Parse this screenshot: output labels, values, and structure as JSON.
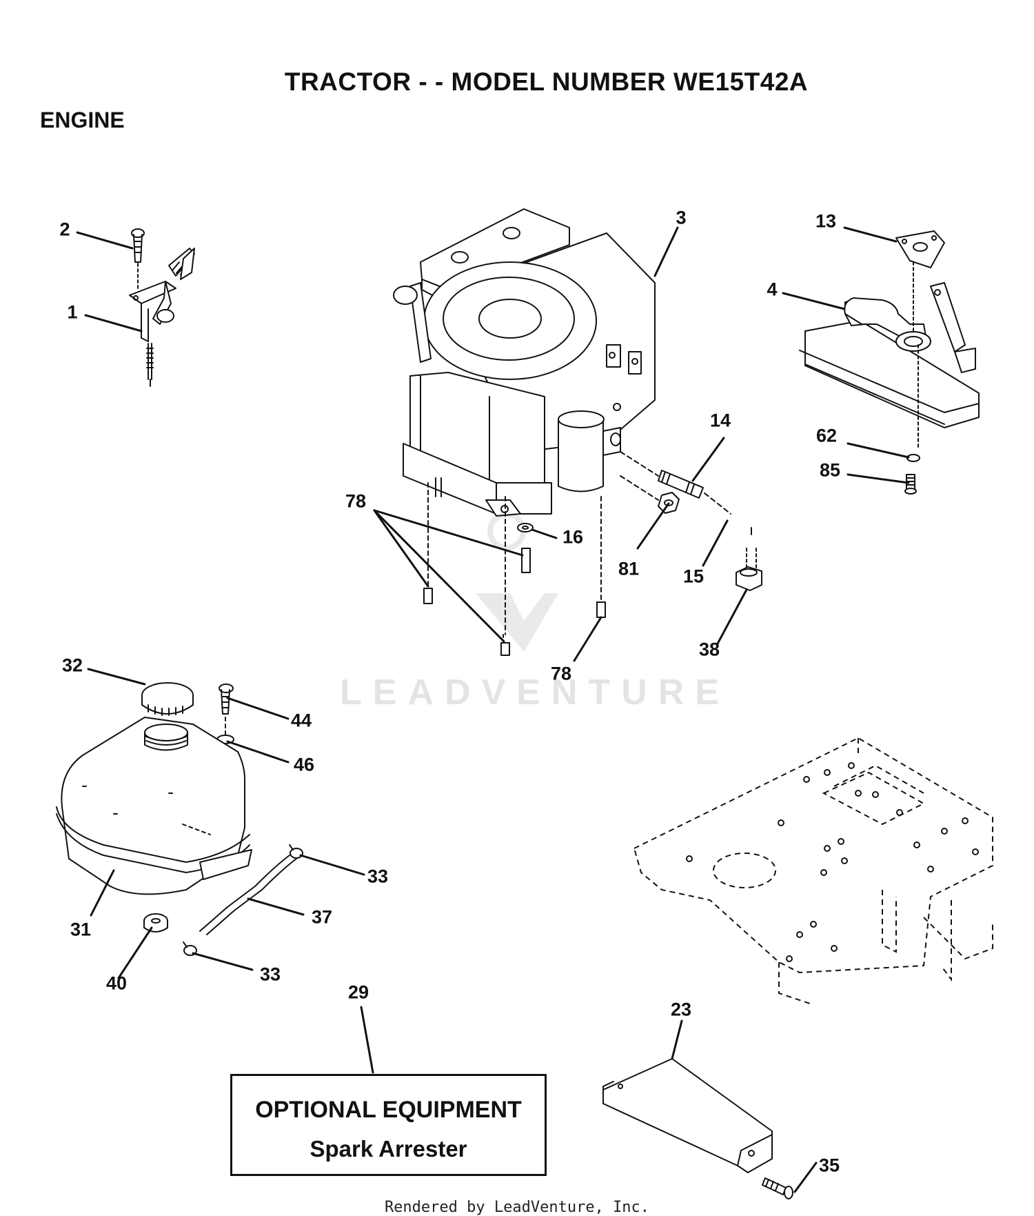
{
  "header": {
    "title": "TRACTOR - - MODEL NUMBER WE15T42A",
    "section": "ENGINE"
  },
  "callouts": [
    {
      "id": "c1",
      "text": "1"
    },
    {
      "id": "c2",
      "text": "2"
    },
    {
      "id": "c3",
      "text": "3"
    },
    {
      "id": "c4",
      "text": "4"
    },
    {
      "id": "c13",
      "text": "13"
    },
    {
      "id": "c14",
      "text": "14"
    },
    {
      "id": "c15",
      "text": "15"
    },
    {
      "id": "c16",
      "text": "16"
    },
    {
      "id": "c62",
      "text": "62"
    },
    {
      "id": "c85",
      "text": "85"
    },
    {
      "id": "c78a",
      "text": "78"
    },
    {
      "id": "c81",
      "text": "81"
    },
    {
      "id": "c38",
      "text": "38"
    },
    {
      "id": "c78b",
      "text": "78"
    },
    {
      "id": "c32",
      "text": "32"
    },
    {
      "id": "c44",
      "text": "44"
    },
    {
      "id": "c46",
      "text": "46"
    },
    {
      "id": "c33a",
      "text": "33"
    },
    {
      "id": "c37",
      "text": "37"
    },
    {
      "id": "c31",
      "text": "31"
    },
    {
      "id": "c40",
      "text": "40"
    },
    {
      "id": "c33b",
      "text": "33"
    },
    {
      "id": "c29",
      "text": "29"
    },
    {
      "id": "c23",
      "text": "23"
    },
    {
      "id": "c35",
      "text": "35"
    }
  ],
  "optional_equipment": {
    "title": "OPTIONAL EQUIPMENT",
    "item": "Spark Arrester"
  },
  "watermark": "LEADVENTURE",
  "footer": "Rendered by LeadVenture, Inc."
}
